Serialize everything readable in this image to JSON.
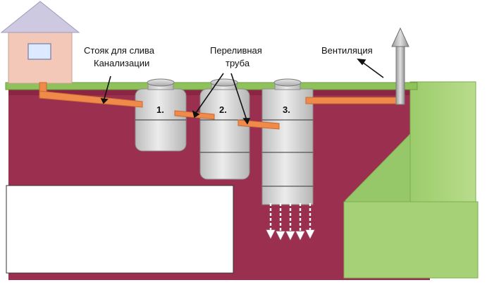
{
  "labels": {
    "riser_line1": "Стояк для слива",
    "riser_line2": "Канализации",
    "overflow_line1": "Переливная",
    "overflow_line2": "труба",
    "ventilation": "Вентиляция"
  },
  "wells": [
    {
      "number": "1."
    },
    {
      "number": "2."
    },
    {
      "number": "3."
    }
  ],
  "colors": {
    "soil": "#9a2f4f",
    "grass": "#8fc25b",
    "pipe": "#f08a4b",
    "house_wall": "#f4c8b8",
    "house_roof": "#cdc9e0",
    "well": "#d6d6d6",
    "filtration_bed": "#a7d177"
  },
  "icons": {
    "house": "house-icon",
    "vent_arrow": "arrow-up-icon",
    "seepage": "arrow-down-icon"
  }
}
